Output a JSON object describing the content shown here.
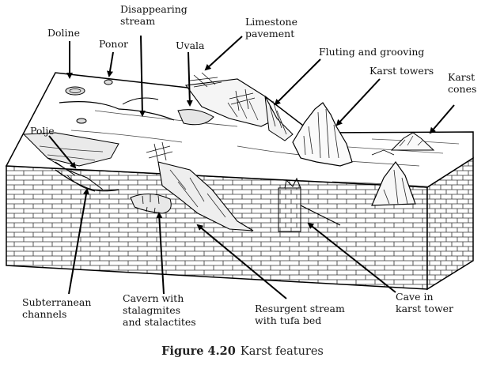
{
  "labels": {
    "doline": "Doline",
    "ponor": "Ponor",
    "disappearing_stream": "Disappearing\nstream",
    "uvala": "Uvala",
    "limestone_pavement": "Limestone\npavement",
    "fluting": "Fluting and grooving",
    "karst_towers": "Karst towers",
    "karst_cones": "Karst\ncones",
    "polje": "Polje",
    "subterranean": "Subterranean\nchannels",
    "cavern": "Cavern with\nstalagmites\nand stalactites",
    "resurgent": "Resurgent stream\nwith tufa bed",
    "cave_tower": "Cave in\nkarst tower"
  },
  "caption": {
    "number": "Figure 4.20",
    "text": "Karst features"
  }
}
